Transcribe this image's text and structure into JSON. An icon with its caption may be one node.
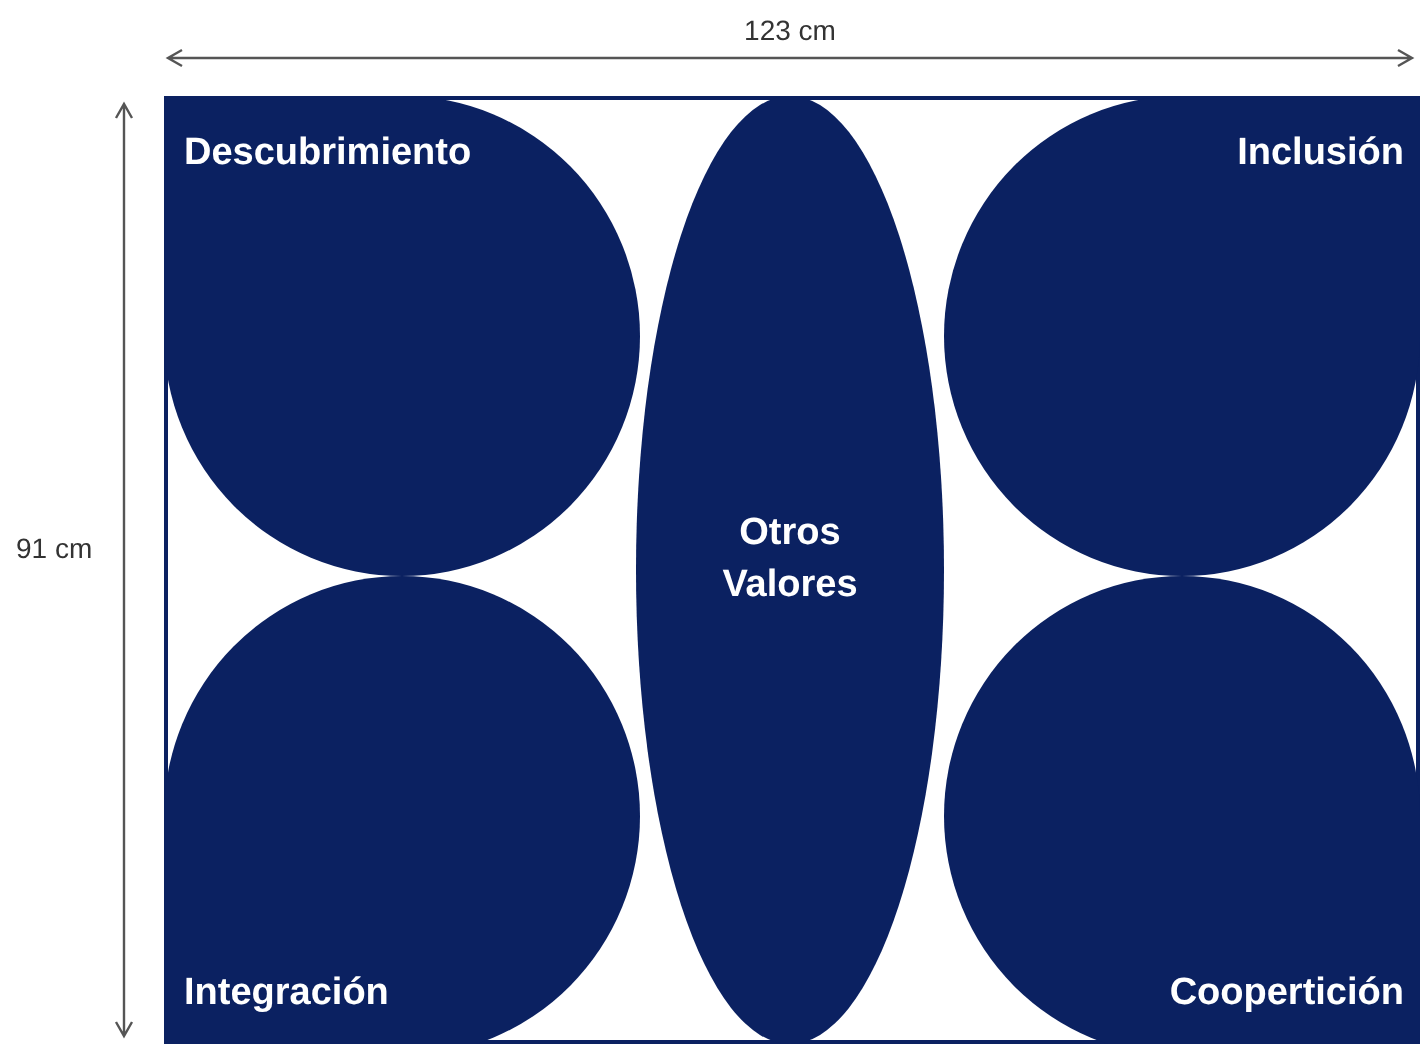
{
  "diagram": {
    "nodes": [
      {
        "text": [
          "Descubrimiento"
        ]
      },
      {
        "text": [
          "Inclusión"
        ]
      },
      {
        "text": [
          "Otros Valores"
        ]
      },
      {
        "text": [
          "Integración"
        ]
      },
      {
        "text": [
          "Coopertición"
        ]
      }
    ],
    "labels": [
      "123 cm",
      "91 cm"
    ]
  }
}
